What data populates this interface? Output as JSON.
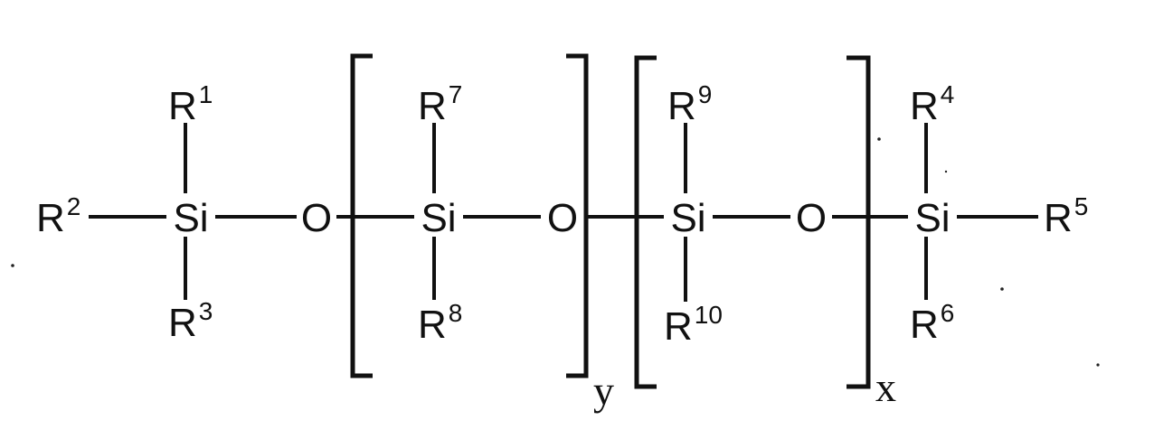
{
  "structure": {
    "atoms": {
      "si1": "Si",
      "o1": "O",
      "si2": "Si",
      "o2": "O",
      "si3": "Si",
      "o3": "O",
      "si4": "Si"
    },
    "substituents": {
      "r1": {
        "letter": "R",
        "num": "1"
      },
      "r2": {
        "letter": "R",
        "num": "2"
      },
      "r3": {
        "letter": "R",
        "num": "3"
      },
      "r4": {
        "letter": "R",
        "num": "4"
      },
      "r5": {
        "letter": "R",
        "num": "5"
      },
      "r6": {
        "letter": "R",
        "num": "6"
      },
      "r7": {
        "letter": "R",
        "num": "7"
      },
      "r8": {
        "letter": "R",
        "num": "8"
      },
      "r9": {
        "letter": "R",
        "num": "9"
      },
      "r10": {
        "letter": "R",
        "num": "10"
      }
    },
    "repeat_units": {
      "y": "y",
      "x": "x"
    }
  }
}
